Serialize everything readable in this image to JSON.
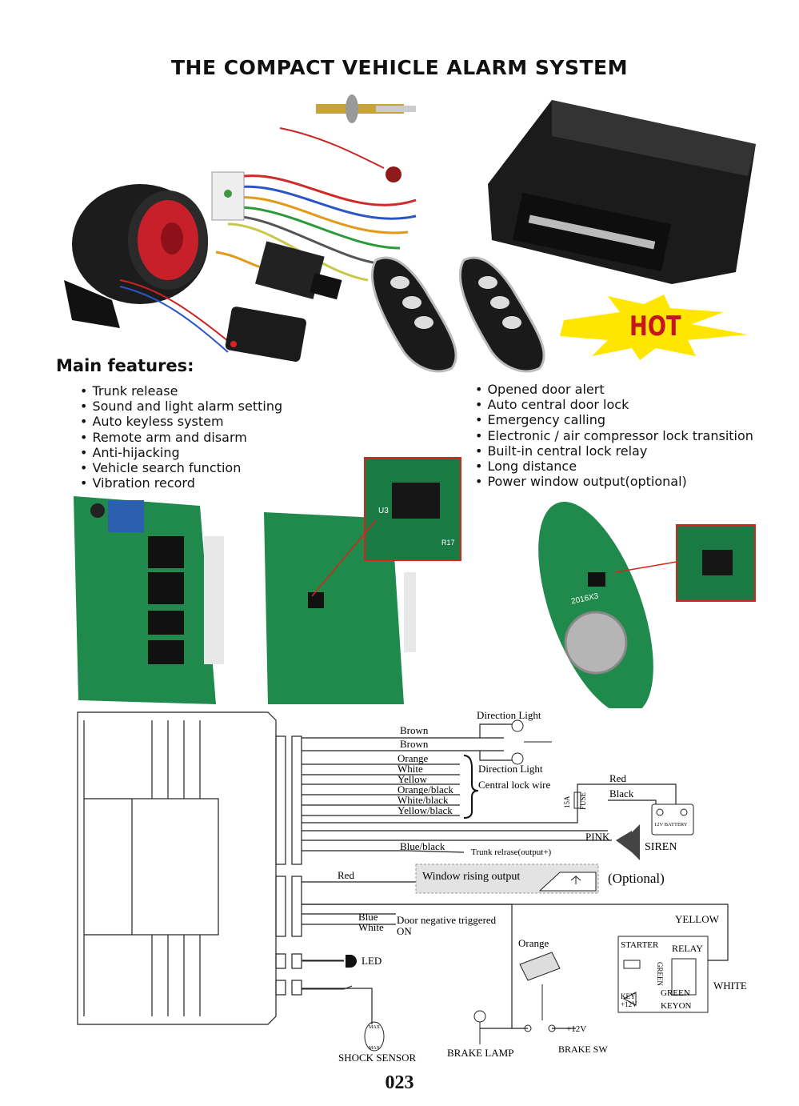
{
  "title": "THE COMPACT VEHICLE ALARM SYSTEM",
  "hot_badge": "HOT",
  "features_heading": "Main features:",
  "features_left": [
    "Trunk release",
    "Sound and light alarm setting",
    "Auto keyless system",
    "Remote arm and disarm",
    "Anti-hijacking",
    "Vehicle search function",
    "Vibration record"
  ],
  "features_right": [
    "Opened door alert",
    "Auto central door lock",
    "Emergency calling",
    "Electronic / air compressor lock transition",
    "Built-in central lock relay",
    "Long distance",
    "Power window output(optional)"
  ],
  "pcb_labels": {
    "remote_board": "2016X3",
    "chip": "U3",
    "resistor": "R17"
  },
  "diagram": {
    "direction_light_top": "Direction Light",
    "brown1": "Brown",
    "brown2": "Brown",
    "lock_wires": [
      "Orange",
      "White",
      "Yellow",
      "Orange/black",
      "White/black",
      "Yellow/black"
    ],
    "direction_light": "Direction Light",
    "central_lock_wire": "Central lock wire",
    "red_batt": "Red",
    "black_batt": "Black",
    "fuse_a": "15A",
    "fuse": "FUSE",
    "battery": "12V BATTERY",
    "pink": "PINK",
    "siren": "SIREN",
    "blue_black": "Blue/black",
    "trunk": "Trunk relrase(output+)",
    "red_window": "Red",
    "window_output": "Window rising output",
    "optional": "(Optional)",
    "blue": "Blue",
    "white": "White",
    "door_trigger": "Door negative triggered",
    "on": "ON",
    "yellow": "YELLOW",
    "orange": "Orange",
    "starter": "STARTER",
    "relay": "RELAY",
    "green_vert": "GREEN",
    "green": "GREEN",
    "white_ign": "WHITE",
    "key": "KEY",
    "plus12": "+12V",
    "keyon": "KEYON",
    "led": "LED",
    "plus12v": "+12V",
    "shock_sensor": "SHOCK SENSOR",
    "brake_lamp": "BRAKE LAMP",
    "brake_sw": "BRAKE SW",
    "max": "MAX"
  },
  "page_number": "023",
  "colors": {
    "pcb_green": "#1f8a4c",
    "highlight_red": "#d9241c",
    "hot_yellow": "#ffe600",
    "hot_text": "#c4161c"
  }
}
